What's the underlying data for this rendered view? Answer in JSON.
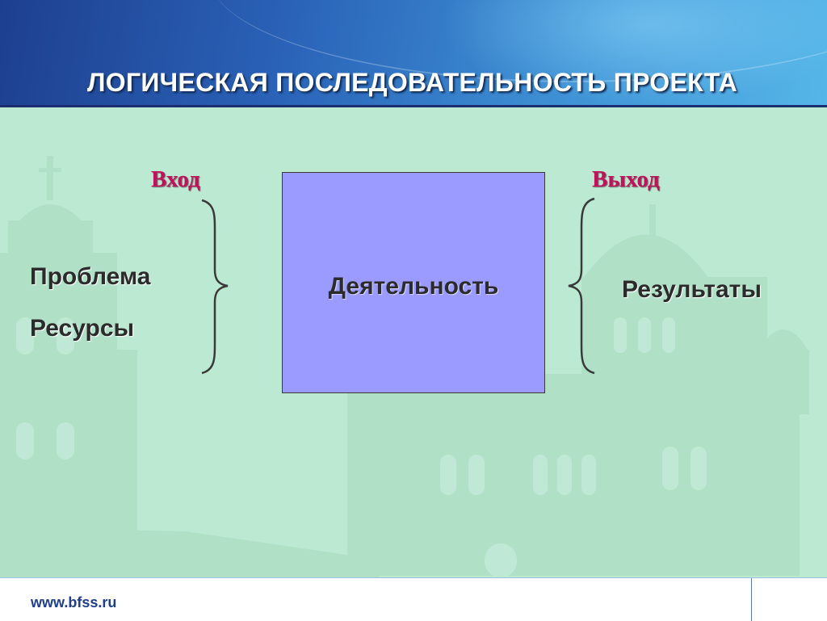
{
  "slide": {
    "title": "ЛОГИЧЕСКАЯ ПОСЛЕДОВАТЕЛЬНОСТЬ ПРОЕКТА",
    "footer_url": "www.bfss.ru"
  },
  "diagram": {
    "input_label": "Вход",
    "output_label": "Выход",
    "inputs": [
      "Проблема",
      "Ресурсы"
    ],
    "activity": "Деятельность",
    "result": "Результаты"
  },
  "colors": {
    "header_dark": "#1e3f8f",
    "header_light": "#56b6e8",
    "content_bg": "#b8e8d0",
    "accent_label": "#c4105a",
    "activity_box": "#9b9bff",
    "text": "#2b2b2b"
  }
}
